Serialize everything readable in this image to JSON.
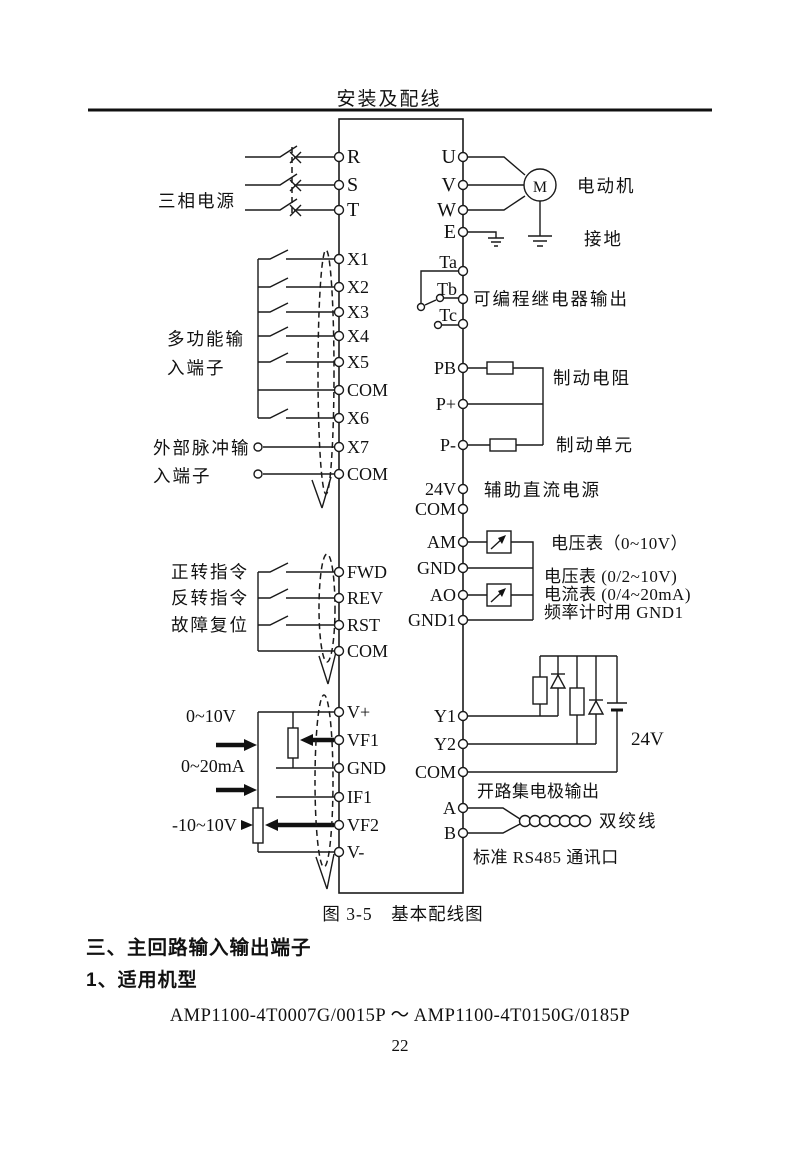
{
  "page": {
    "header": "安装及配线",
    "figure_caption": "图 3-5　基本配线图",
    "section_title": "三、主回路输入输出端子",
    "subsection_title": "1、适用机型",
    "model_range": "AMP1100-4T0007G/0015P ～ AMP1100-4T0150G/0185P",
    "page_number": "22"
  },
  "terminals": {
    "left": [
      "R",
      "S",
      "T",
      "X1",
      "X2",
      "X3",
      "X4",
      "X5",
      "COM",
      "X6",
      "X7",
      "COM",
      "FWD",
      "REV",
      "RST",
      "COM",
      "V+",
      "VF1",
      "GND",
      "IF1",
      "VF2",
      "V-"
    ],
    "right": [
      "U",
      "V",
      "W",
      "E",
      "Ta",
      "Tb",
      "Tc",
      "PB",
      "P+",
      "P-",
      "24V",
      "COM",
      "AM",
      "GND",
      "AO",
      "GND1",
      "Y1",
      "Y2",
      "COM",
      "A",
      "B"
    ]
  },
  "labels": {
    "three_phase": "三相电源",
    "multi_input_line1": "多功能输",
    "multi_input_line2": "入端子",
    "pulse_input_line1": "外部脉冲输",
    "pulse_input_line2": "入端子",
    "forward_cmd": "正转指令",
    "reverse_cmd": "反转指令",
    "fault_reset": "故障复位",
    "range_0_10v": "0~10V",
    "range_0_20ma": "0~20mA",
    "range_neg10_10v": "-10~10V",
    "motor": "电动机",
    "motor_m": "M",
    "ground": "接地",
    "relay_output": "可编程继电器输出",
    "brake_resistor": "制动电阻",
    "brake_unit": "制动单元",
    "aux_dc_power": "辅助直流电源",
    "voltmeter_0_10v": "电压表（0~10V）",
    "voltmeter_2_10v": "电压表 (0/2~10V)",
    "ammeter_4_20ma": "电流表 (0/4~20mA)",
    "freq_meter_gnd": "频率计时用 GND1",
    "supply_24v": "24V",
    "open_collector": "开路集电极输出",
    "twisted_pair": "双绞线",
    "rs485_port": "标准 RS485 通讯口"
  },
  "colors": {
    "ink": "#111111",
    "paper": "#ffffff"
  }
}
